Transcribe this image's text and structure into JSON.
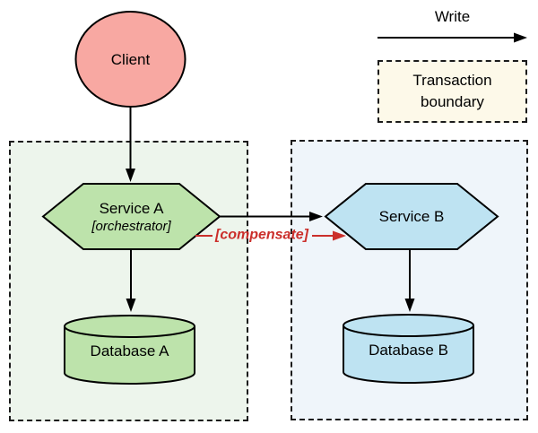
{
  "diagram": {
    "nodes": {
      "client": {
        "label": "Client",
        "shape": "ellipse"
      },
      "service_a": {
        "label": "Service A",
        "sublabel": "[orchestrator]",
        "shape": "hexagon"
      },
      "service_b": {
        "label": "Service B",
        "shape": "hexagon"
      },
      "database_a": {
        "label": "Database A",
        "shape": "cylinder"
      },
      "database_b": {
        "label": "Database B",
        "shape": "cylinder"
      }
    },
    "edges": {
      "client_to_service_a": {
        "type": "solid-arrow"
      },
      "service_a_to_service_b": {
        "type": "solid-arrow"
      },
      "service_a_to_database_a": {
        "type": "solid-arrow"
      },
      "service_b_to_database_b": {
        "type": "solid-arrow"
      },
      "compensate": {
        "label": "[compensate]",
        "type": "red-arrow"
      }
    },
    "legend": {
      "write_label": "Write",
      "boundary_label": "Transaction boundary"
    },
    "colors": {
      "client_fill": "#f8a8a2",
      "service_a_fill": "#bde3ab",
      "service_b_fill": "#bee3f2",
      "database_a_fill": "#bde3ab",
      "database_b_fill": "#bee3f2",
      "boundary_a_fill": "#edf5ec",
      "boundary_b_fill": "#eff5fa",
      "legend_fill": "#fdf9e9",
      "stroke": "#000000",
      "compensate_red": "#cb2f2b"
    }
  }
}
